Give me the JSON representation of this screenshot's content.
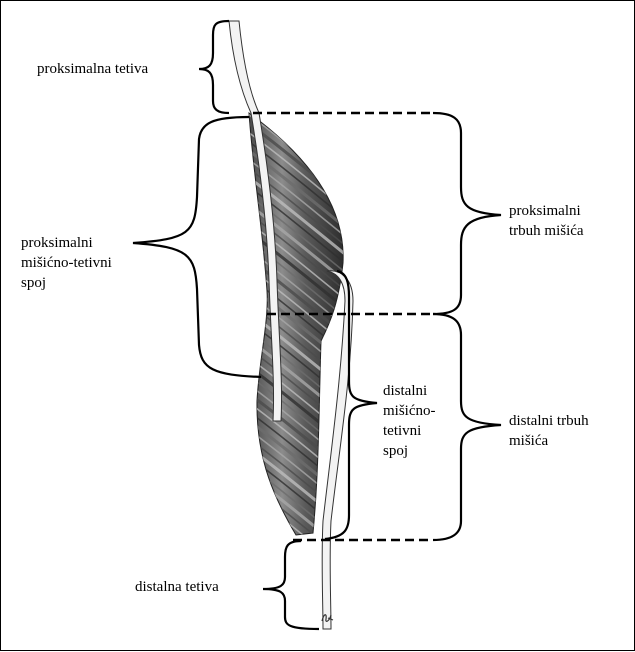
{
  "colors": {
    "background": "#ffffff",
    "line": "#000000",
    "tendon_fill": "#f3f3f3",
    "muscle_dark": "#3c3c3c",
    "muscle_mid": "#8a8a8a",
    "muscle_light": "#c9c9c9"
  },
  "labels": {
    "proximal_tendon": "proksimalna tetiva",
    "proximal_junction": "proksimalni\nmišićno-tetivni\nspoj",
    "proximal_belly": "proksimalni\ntrbuh mišića",
    "distal_junction": "distalni\nmišićno-\ntetivni\nspoj",
    "distal_belly": "distalni trbuh\nmišića",
    "distal_tendon": "distalna tetiva"
  }
}
